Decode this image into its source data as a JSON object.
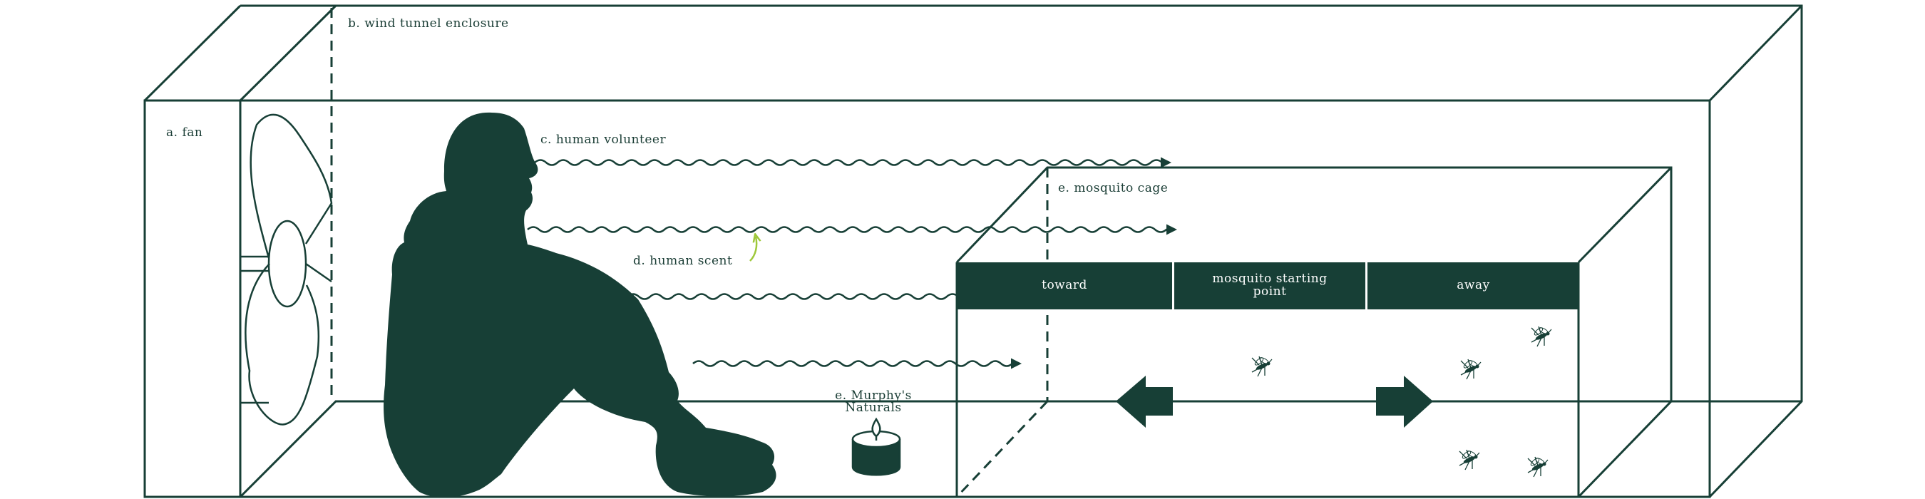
{
  "labels": {
    "fan": "a. fan",
    "enclosure": "b. wind tunnel enclosure",
    "volunteer": "c. human volunteer",
    "scent": "d. human scent",
    "murphys_line1": "e. Murphy's",
    "murphys_line2": "Naturals",
    "cage": "e. mosquito cage"
  },
  "cage_sections": {
    "toward": "toward",
    "start": "mosquito starting point",
    "away": "away"
  },
  "icons": [
    "fan-icon",
    "human-silhouette",
    "airflow-arrow",
    "candle-icon",
    "mosquito-icon",
    "arrow-left-icon",
    "arrow-right-icon"
  ],
  "colors": {
    "primary": "#173f36",
    "scent_arrow": "#9ec83a",
    "background": "#ffffff"
  }
}
